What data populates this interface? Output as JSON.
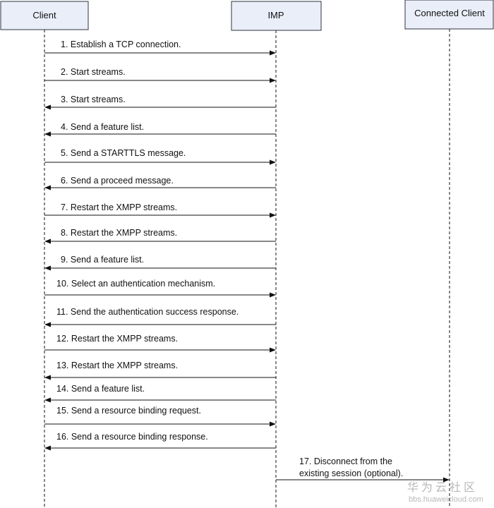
{
  "participants": {
    "client": "Client",
    "imp": "IMP",
    "connected": "Connected Client"
  },
  "messages": [
    {
      "text": "1. Establish a TCP connection.",
      "from": "client",
      "to": "imp"
    },
    {
      "text": "2. Start streams.",
      "from": "client",
      "to": "imp"
    },
    {
      "text": "3. Start streams.",
      "from": "imp",
      "to": "client"
    },
    {
      "text": "4. Send a feature list.",
      "from": "imp",
      "to": "client"
    },
    {
      "text": "5. Send a STARTTLS message.",
      "from": "client",
      "to": "imp"
    },
    {
      "text": "6. Send a proceed message.",
      "from": "imp",
      "to": "client"
    },
    {
      "text": "7. Restart the XMPP streams.",
      "from": "client",
      "to": "imp"
    },
    {
      "text": "8. Restart the XMPP streams.",
      "from": "imp",
      "to": "client"
    },
    {
      "text": "9. Send a feature list.",
      "from": "imp",
      "to": "client"
    },
    {
      "text": "10. Select an authentication mechanism.",
      "from": "client",
      "to": "imp"
    },
    {
      "text": "11. Send the authentication success response.",
      "from": "imp",
      "to": "client"
    },
    {
      "text": "12. Restart the XMPP streams.",
      "from": "client",
      "to": "imp"
    },
    {
      "text": "13. Restart the XMPP streams.",
      "from": "imp",
      "to": "client"
    },
    {
      "text": "14. Send a feature list.",
      "from": "imp",
      "to": "client"
    },
    {
      "text": "15. Send a resource binding request.",
      "from": "client",
      "to": "imp"
    },
    {
      "text": "16. Send a resource binding response.",
      "from": "imp",
      "to": "client"
    }
  ],
  "final_message": {
    "line1": "17. Disconnect from the",
    "line2": "existing session (optional).",
    "from": "imp",
    "to": "connected"
  },
  "watermark": {
    "brand": "华为云社区",
    "url": "bbs.huaweicloud.com"
  },
  "colors": {
    "box_fill": "#eaeef8",
    "line": "#111111",
    "watermark": "#b8b8b8"
  }
}
